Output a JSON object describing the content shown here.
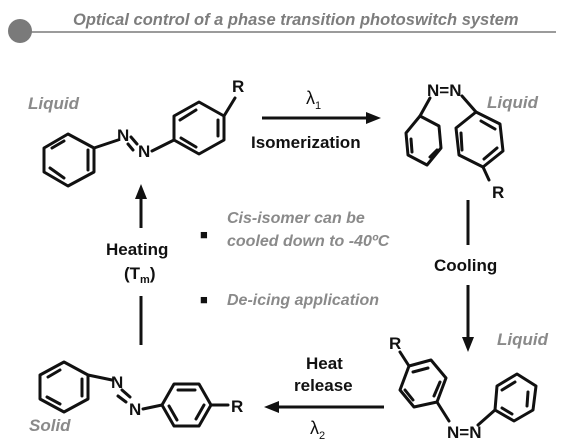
{
  "header": {
    "title": "Optical control of a phase transition photoswitch system"
  },
  "states": {
    "top_left": "Liquid",
    "top_right": "Liquid",
    "bottom_right": "Liquid",
    "bottom_left": "Solid"
  },
  "processes": {
    "isomerization_lambda": "λ",
    "isomerization_lambda_sub": "1",
    "isomerization": "Isomerization",
    "cooling": "Cooling",
    "heat_release_line1": "Heat",
    "heat_release_line2": "release",
    "heat_release_lambda": "λ",
    "heat_release_lambda_sub": "2",
    "heating": "Heating",
    "heating_sub_prefix": "(T",
    "heating_sub": "m",
    "heating_sub_suffix": ")"
  },
  "notes": [
    {
      "bullet": "■",
      "line1": "Cis-isomer can be",
      "line2": "cooled down to -40ºC"
    },
    {
      "bullet": "■",
      "line1": "De-icing application",
      "line2": ""
    }
  ],
  "atoms": {
    "r": "R",
    "n": "N",
    "azo_eq": "N=N"
  },
  "colors": {
    "title_text": "#7d7d7d",
    "title_dot": "#7a7a7a",
    "state_text": "#8a8a8a",
    "ink": "#111111"
  }
}
